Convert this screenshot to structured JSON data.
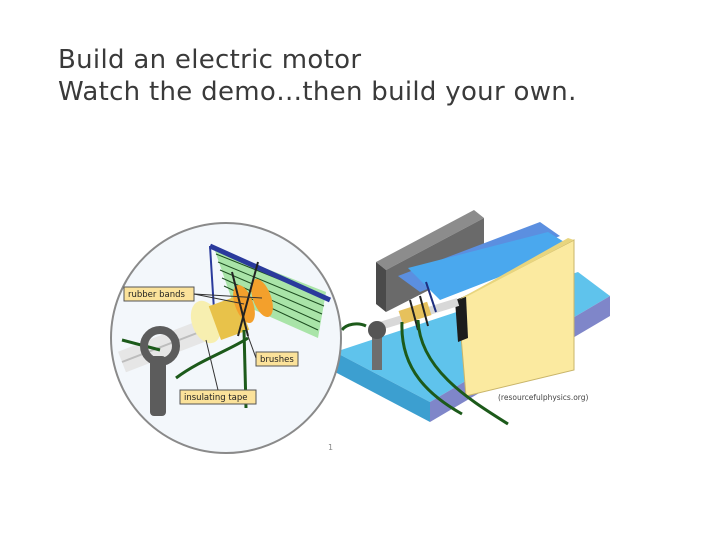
{
  "slide": {
    "title_line1": "Build an electric motor",
    "title_line2": "Watch the demo…then build your own."
  },
  "diagram": {
    "label_rubber_bands": "rubber bands",
    "label_brushes": "brushes",
    "label_insulating_tape": "insulating tape",
    "credit": "(resourcefulphysics.org)",
    "page_mark": "1"
  }
}
